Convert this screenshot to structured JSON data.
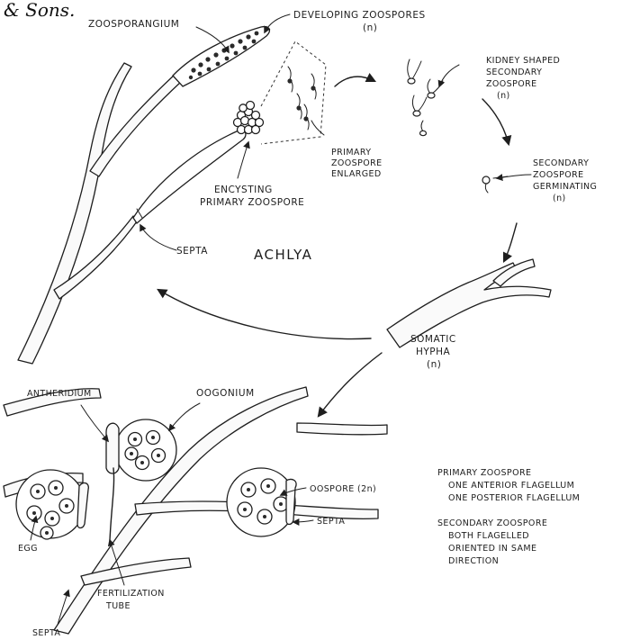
{
  "caption": "& Sons.",
  "title": "ACHLYA",
  "labels": {
    "zoosporangium": "ZOOSPORANGIUM",
    "developing_zoospores": "DEVELOPING ZOOSPORES",
    "developing_zoospores_ploidy": "(n)",
    "kidney_1": "KIDNEY SHAPED",
    "kidney_2": "SECONDARY",
    "kidney_3": "ZOOSPORE",
    "kidney_4": "(n)",
    "primary_enlarged_1": "PRIMARY",
    "primary_enlarged_2": "ZOOSPORE",
    "primary_enlarged_3": "ENLARGED",
    "encysting_1": "ENCYSTING",
    "encysting_2": "PRIMARY ZOOSPORE",
    "germinating_1": "SECONDARY",
    "germinating_2": "ZOOSPORE",
    "germinating_3": "GERMINATING",
    "germinating_4": "(n)",
    "septa_top": "SEPTA",
    "somatic_1": "SOMATIC",
    "somatic_2": "HYPHA",
    "somatic_3": "(n)",
    "antheridium": "ANTHERIDIUM",
    "oogonium": "OOGONIUM",
    "oospore": "OOSPORE (2n)",
    "septa_right": "SEPTA",
    "egg": "EGG",
    "fert_1": "FERTILIZATION",
    "fert_2": "TUBE",
    "septa_bottom": "SEPTA"
  },
  "notes": {
    "primary_head": "PRIMARY ZOOSPORE",
    "primary_line1": "ONE ANTERIOR FLAGELLUM",
    "primary_line2": "ONE POSTERIOR FLAGELLUM",
    "secondary_head": "SECONDARY ZOOSPORE",
    "secondary_line1": "BOTH FLAGELLED",
    "secondary_line2": "ORIENTED IN SAME",
    "secondary_line3": "DIRECTION"
  }
}
